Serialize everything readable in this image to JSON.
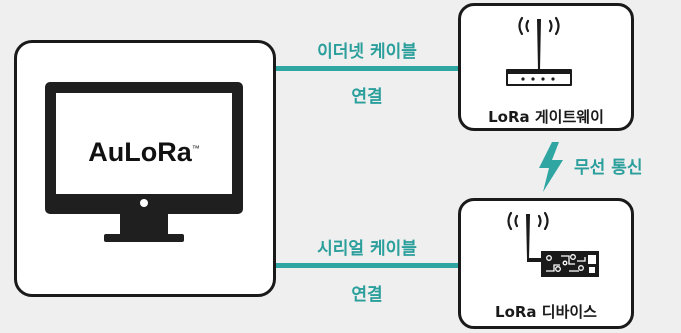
{
  "pc": {
    "brand": "AuLoRa",
    "trademark": "™"
  },
  "gateway": {
    "label": "LoRa 게이트웨이"
  },
  "device": {
    "label": "LoRa 디바이스"
  },
  "ethernet": {
    "line1": "이더넷 케이블",
    "line2": "연결"
  },
  "serial": {
    "line1": "시리얼 케이블",
    "line2": "연결"
  },
  "wireless": {
    "label": "무선 통신"
  },
  "colors": {
    "accent": "#2fa6a1",
    "outline": "#1a1a1a",
    "background": "#efefef"
  },
  "icons": [
    "monitor-icon",
    "router-icon",
    "antenna-signal-icon",
    "lightning-icon",
    "lora-module-icon"
  ]
}
